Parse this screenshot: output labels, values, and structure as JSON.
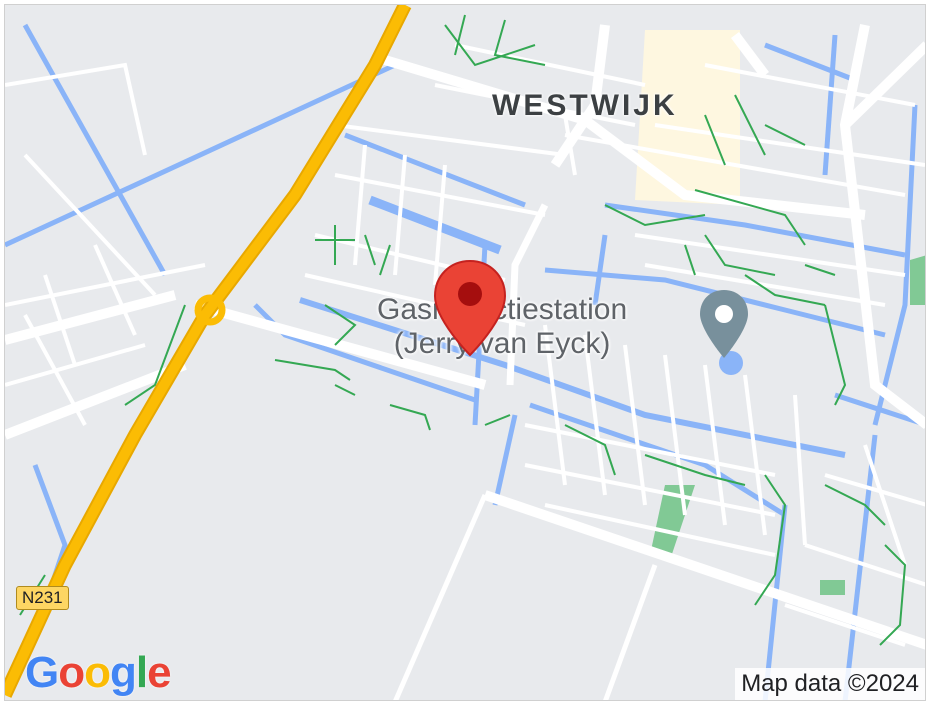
{
  "map": {
    "neighborhood_label": "WESTWIJK",
    "poi": {
      "line1": "Gasreductiestation",
      "line2": "(Jerry van Eyck)",
      "icon": "location-pin-icon"
    },
    "road_shield": "N231",
    "logo": {
      "letters": [
        "G",
        "o",
        "o",
        "g",
        "l",
        "e"
      ],
      "colors": [
        "#4285f4",
        "#ea4335",
        "#fbbc05",
        "#4285f4",
        "#34a853",
        "#ea4335"
      ]
    },
    "attribution": "Map data ©2024",
    "colors": {
      "land": "#e8eaed",
      "road": "#ffffff",
      "water": "#8ab4f8",
      "highway": "#fbbc04",
      "park": "#81c995",
      "path": "#34a853",
      "commercial": "#fef7e0",
      "marker": "#ea4335"
    }
  }
}
